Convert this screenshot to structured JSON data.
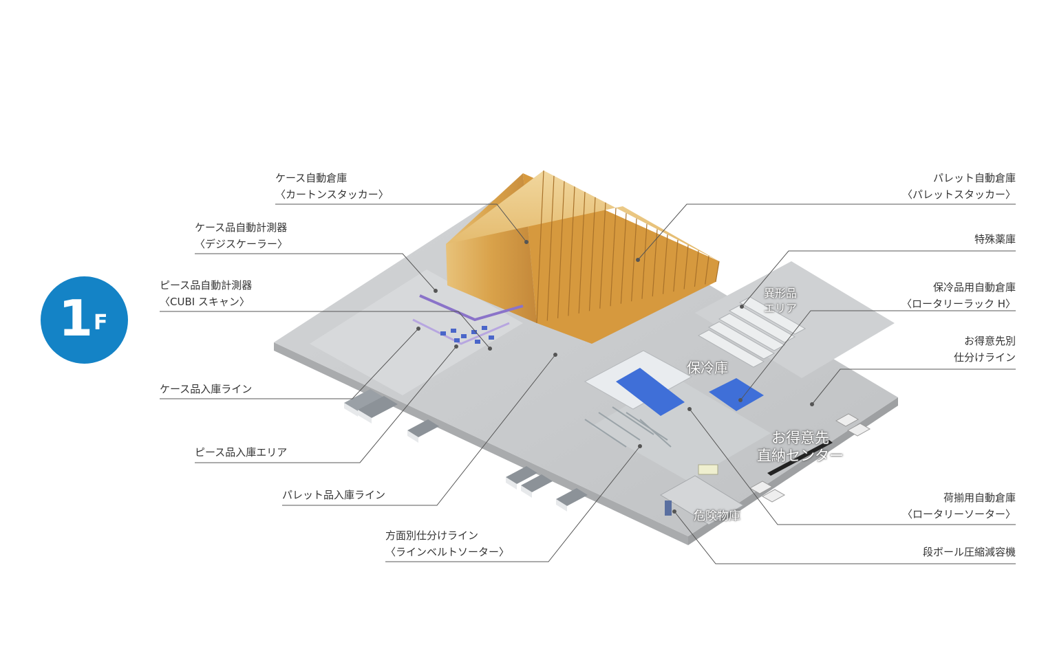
{
  "floor_badge": {
    "number": "1",
    "unit": "F",
    "color": "#1483c6"
  },
  "labels_left": [
    {
      "line1": "ケース自動倉庫",
      "line2": "〈カートンスタッカー〉"
    },
    {
      "line1": "ケース品自動計測器",
      "line2": "〈デジスケーラー〉"
    },
    {
      "line1": "ピース品自動計測器",
      "line2": "〈CUBI スキャン〉"
    },
    {
      "line1": "ケース品入庫ライン"
    },
    {
      "line1": "ピース品入庫エリア"
    },
    {
      "line1": "パレット品入庫ライン"
    },
    {
      "line1": "方面別仕分けライン",
      "line2": "〈ラインベルトソーター〉"
    }
  ],
  "labels_right": [
    {
      "line1": "パレット自動倉庫",
      "line2": "〈パレットスタッカー〉"
    },
    {
      "line1": "特殊薬庫"
    },
    {
      "line1": "保冷品用自動倉庫",
      "line2": "〈ロータリーラック H〉"
    },
    {
      "line1": "お得意先別",
      "line2": "仕分けライン"
    },
    {
      "line1": "荷揃用自動倉庫",
      "line2": "〈ロータリーソーター〉"
    },
    {
      "line1": "段ボール圧縮減容機"
    }
  ],
  "map_labels": {
    "irregular_line1": "異形品",
    "irregular_line2": "エリア",
    "cold_storage": "保冷庫",
    "direct_line1": "お得意先",
    "direct_line2": "直納センター",
    "hazmat": "危険物庫"
  },
  "colors": {
    "rack_orange": "#d9a24a",
    "floor_gray": "#c9cbcd",
    "cold_blue": "#3f6fd8",
    "leader_line": "#555555"
  }
}
